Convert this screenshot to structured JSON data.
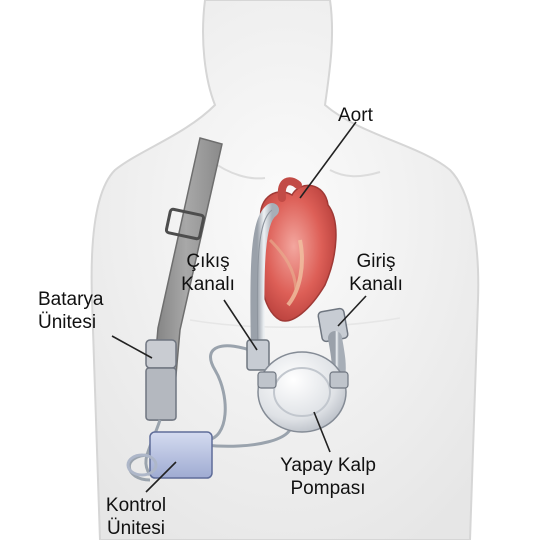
{
  "labels": {
    "aort": "Aort",
    "cikis_line1": "Çıkış",
    "cikis_line2": "Kanalı",
    "giris_line1": "Giriş",
    "giris_line2": "Kanalı",
    "batarya_line1": "Batarya",
    "batarya_line2": "Ünitesi",
    "kontrol_line1": "Kontrol",
    "kontrol_line2": "Ünitesi",
    "pump_line1": "Yapay Kalp",
    "pump_line2": "Pompası"
  },
  "colors": {
    "background": "#ffffff",
    "body": "#eeeeee",
    "heart": "#d9544f",
    "heart_light": "#f2a39a",
    "device_metal": "#d7dbe0",
    "strap": "#9c9c9c",
    "control_unit": "#bcc6e4",
    "leader_line": "#222222"
  }
}
